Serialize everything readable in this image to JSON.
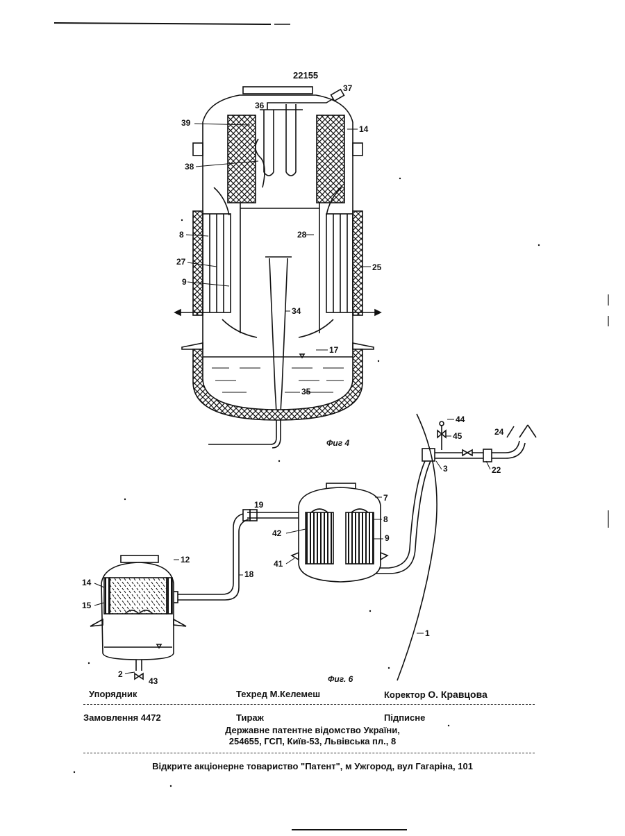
{
  "document": {
    "patent_number": "22155"
  },
  "figure4": {
    "caption": "Фиг 4",
    "labels": {
      "l37": "37",
      "l36": "36",
      "l39": "39",
      "l14": "14",
      "l38": "38",
      "l8": "8",
      "l28": "28",
      "l27": "27",
      "l25": "25",
      "l9": "9",
      "l34": "34",
      "l17": "17",
      "l35": "35"
    }
  },
  "figure6": {
    "caption": "Фиг. 6",
    "labels": {
      "l44": "44",
      "l45": "45",
      "l24": "24",
      "l3": "3",
      "l22": "22",
      "l7": "7",
      "l19": "19",
      "l8": "8",
      "l42": "42",
      "l9": "9",
      "l41": "41",
      "l12": "12",
      "l18": "18",
      "l14": "14",
      "l15": "15",
      "l1": "1",
      "l2": "2",
      "l43": "43"
    }
  },
  "footer": {
    "compiler": "Упорядник",
    "tech_editor": "Техред М.Келемеш",
    "proofreader_label": "Коректор",
    "proofreader_name": "О. Кравцова",
    "order": "Замовлення  4472",
    "circulation": "Тираж",
    "subscription": "Підписне",
    "office": "Державне  патентне  відомство  України,",
    "address": "254655, ГСП, Київ-53, Львівська пл., 8",
    "publisher": "Відкрите акціонерне товариство \"Патент\", м  Ужгород, вул Гагаріна, 101"
  }
}
